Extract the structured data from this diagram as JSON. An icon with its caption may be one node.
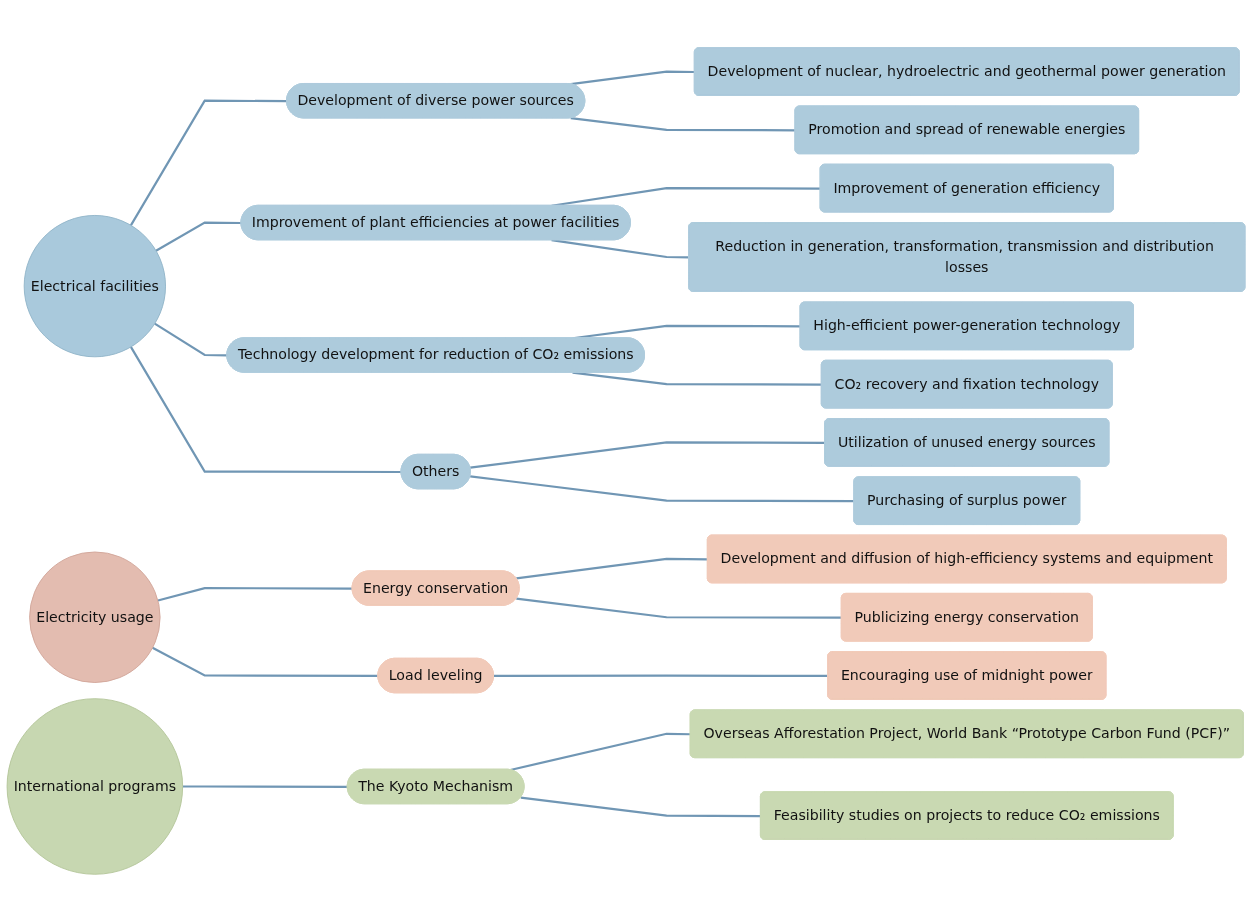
{
  "diagram": {
    "nodes": [
      {
        "text": [
          "Electrical facilities"
        ]
      },
      {
        "text": [
          "Development of diverse power sources"
        ]
      },
      {
        "text": [
          "Development of nuclear, hydroelectric and geothermal power generation"
        ]
      },
      {
        "text": [
          "Promotion and spread of renewable energies"
        ]
      },
      {
        "text": [
          "Improvement of plant efficiencies at power facilities"
        ]
      },
      {
        "text": [
          "Improvement of generation efficiency"
        ]
      },
      {
        "text": [
          "Reduction in generation, transformation, transmission and distribution losses"
        ]
      },
      {
        "text": [
          "Technology development for reduction of CO₂ emissions"
        ]
      },
      {
        "text": [
          "High-efficient power-generation technology"
        ]
      },
      {
        "text": [
          "CO₂ recovery and fixation technology"
        ]
      },
      {
        "text": [
          "Others"
        ]
      },
      {
        "text": [
          "Utilization of unused energy sources"
        ]
      },
      {
        "text": [
          "Purchasing of surplus power"
        ]
      },
      {
        "text": [
          "Electricity usage"
        ]
      },
      {
        "text": [
          "Energy conservation"
        ]
      },
      {
        "text": [
          "Development and diffusion of high-efficiency systems and equipment"
        ]
      },
      {
        "text": [
          "Publicizing energy conservation"
        ]
      },
      {
        "text": [
          "Load leveling"
        ]
      },
      {
        "text": [
          "Encouraging use of midnight power"
        ]
      },
      {
        "text": [
          "International programs"
        ]
      },
      {
        "text": [
          "The Kyoto Mechanism"
        ]
      },
      {
        "text": [
          "Overseas Afforestation Project, World Bank “Prototype Carbon Fund (PCF)”"
        ]
      },
      {
        "text": [
          "Feasibility studies on projects to reduce CO₂ emissions"
        ]
      }
    ],
    "edges": [
      {
        "from": 0,
        "to": 1,
        "arrow": "none"
      },
      {
        "from": 1,
        "to": 2,
        "arrow": "none"
      },
      {
        "from": 1,
        "to": 3,
        "arrow": "none"
      },
      {
        "from": 0,
        "to": 4,
        "arrow": "none"
      },
      {
        "from": 4,
        "to": 5,
        "arrow": "none"
      },
      {
        "from": 4,
        "to": 6,
        "arrow": "none"
      },
      {
        "from": 0,
        "to": 7,
        "arrow": "none"
      },
      {
        "from": 7,
        "to": 8,
        "arrow": "none"
      },
      {
        "from": 7,
        "to": 9,
        "arrow": "none"
      },
      {
        "from": 0,
        "to": 10,
        "arrow": "none"
      },
      {
        "from": 10,
        "to": 11,
        "arrow": "none"
      },
      {
        "from": 10,
        "to": 12,
        "arrow": "none"
      },
      {
        "from": 13,
        "to": 14,
        "arrow": "none"
      },
      {
        "from": 14,
        "to": 15,
        "arrow": "none"
      },
      {
        "from": 14,
        "to": 16,
        "arrow": "none"
      },
      {
        "from": 13,
        "to": 17,
        "arrow": "none"
      },
      {
        "from": 17,
        "to": 18,
        "arrow": "none"
      },
      {
        "from": 19,
        "to": 20,
        "arrow": "none"
      },
      {
        "from": 20,
        "to": 21,
        "arrow": "none"
      },
      {
        "from": 20,
        "to": 22,
        "arrow": "none"
      }
    ]
  }
}
